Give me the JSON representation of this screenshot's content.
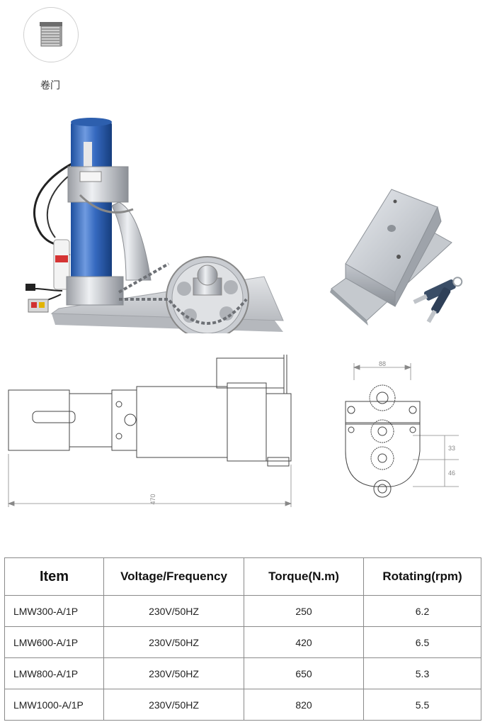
{
  "category": {
    "label": "卷门",
    "icon": "rolling-shutter-icon"
  },
  "drawing_side": {
    "length_dim": "470"
  },
  "drawing_front": {
    "width_dim": "88",
    "dim_a": "33",
    "dim_b": "46"
  },
  "table": {
    "headers": [
      "Item",
      "Voltage/Frequency",
      "Torque(N.m)",
      "Rotating(rpm)"
    ],
    "rows": [
      [
        "LMW300-A/1P",
        "230V/50HZ",
        "250",
        "6.2"
      ],
      [
        "LMW600-A/1P",
        "230V/50HZ",
        "420",
        "6.5"
      ],
      [
        "LMW800-A/1P",
        "230V/50HZ",
        "650",
        "5.3"
      ],
      [
        "LMW1000-A/1P",
        "230V/50HZ",
        "820",
        "5.5"
      ]
    ]
  }
}
